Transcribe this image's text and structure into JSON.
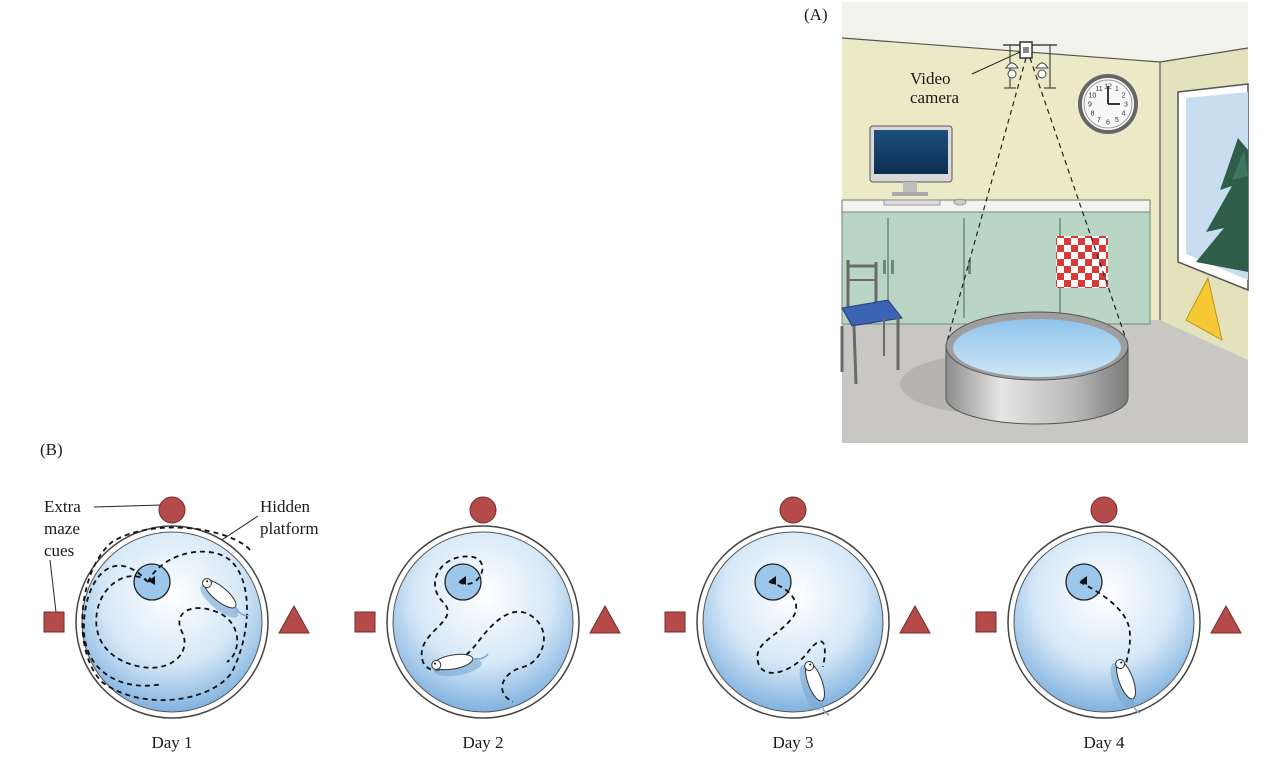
{
  "panel_a": {
    "label": "(A)",
    "camera_label_line1": "Video",
    "camera_label_line2": "camera",
    "clock_numbers": [
      "12",
      "1",
      "2",
      "3",
      "4",
      "5",
      "6",
      "7",
      "8",
      "9",
      "10",
      "11"
    ]
  },
  "panel_b": {
    "label": "(B)",
    "cue_label_line1": "Extra",
    "cue_label_line2": "maze",
    "cue_label_line3": "cues",
    "platform_label_line1": "Hidden",
    "platform_label_line2": "platform",
    "days": [
      "Day 1",
      "Day 2",
      "Day 3",
      "Day 4"
    ]
  },
  "colors": {
    "cue": "#b54a4a",
    "water_light": "#e8f2fb",
    "water_dark": "#8cbbe3",
    "wall": "#ecebc8",
    "counter": "#b8d6c3",
    "floor": "#c9c7c4"
  }
}
